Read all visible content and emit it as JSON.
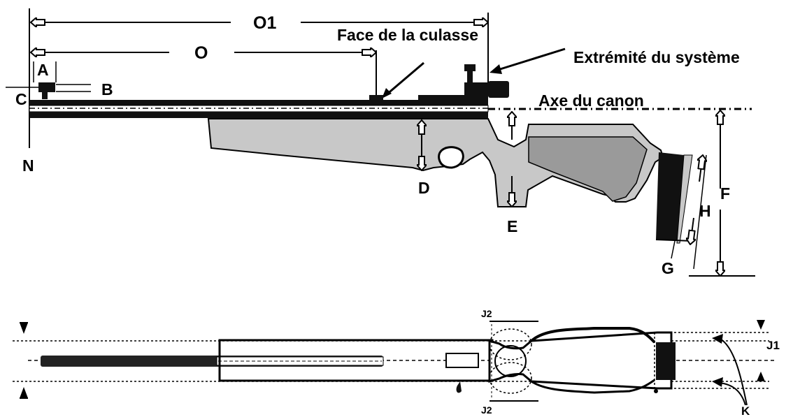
{
  "labels": {
    "o1": "O1",
    "o": "O",
    "face": "Face de la culasse",
    "extremite": "Extrémité du système",
    "axe": "Axe du canon",
    "a": "A",
    "b": "B",
    "c": "C",
    "n": "N",
    "d": "D",
    "e": "E",
    "f": "F",
    "g": "G",
    "h": "H",
    "j2_top": "J2",
    "j2_bottom": "J2",
    "j1": "J1",
    "k": "K"
  },
  "colors": {
    "stock": "#c8c8c8",
    "stock_dark": "#9a9a9a",
    "ink": "#000000"
  }
}
